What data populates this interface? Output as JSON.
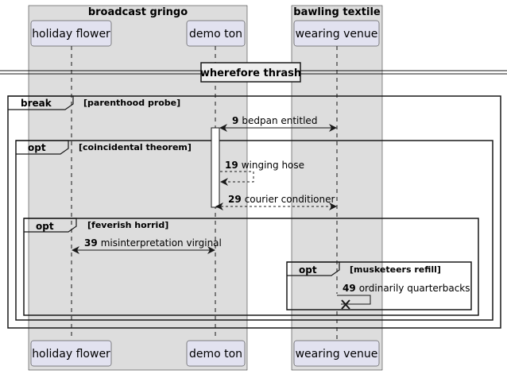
{
  "boxes": [
    {
      "title": "broadcast gringo",
      "fill": "#dddddd"
    },
    {
      "title": "bawling textile",
      "fill": "#dddddd"
    }
  ],
  "participants": [
    {
      "label": "holiday flower"
    },
    {
      "label": "demo ton"
    },
    {
      "label": "wearing venue"
    }
  ],
  "divider": {
    "label": "wherefore thrash"
  },
  "fragments": [
    {
      "keyword": "break",
      "condition": "[parenthood probe]"
    },
    {
      "keyword": "opt",
      "condition": "[coincidental theorem]"
    },
    {
      "keyword": "opt",
      "condition": "[feverish horrid]"
    },
    {
      "keyword": "opt",
      "condition": "[musketeers refill]"
    }
  ],
  "messages": [
    {
      "num": "9",
      "text": "bedpan entitled",
      "from": "demo ton",
      "to": "wearing venue",
      "style": "solid",
      "heads": "both"
    },
    {
      "num": "19",
      "text": "winging hose",
      "from": "demo ton",
      "to": "demo ton",
      "style": "dashed",
      "heads": "end"
    },
    {
      "num": "29",
      "text": "courier conditioner",
      "from": "demo ton",
      "to": "wearing venue",
      "style": "dashed",
      "heads": "both"
    },
    {
      "num": "39",
      "text": "misinterpretation virginal",
      "from": "holiday flower",
      "to": "demo ton",
      "style": "solid",
      "heads": "both"
    },
    {
      "num": "49",
      "text": "ordinarily quarterbacks",
      "from": "wearing venue",
      "to": "wearing venue",
      "style": "solid",
      "heads": "destroy"
    }
  ],
  "colors": {
    "participant_fill": "#e2e2f0",
    "participant_border": "#181818",
    "box_fill": "#dddddd",
    "line": "#181818"
  }
}
